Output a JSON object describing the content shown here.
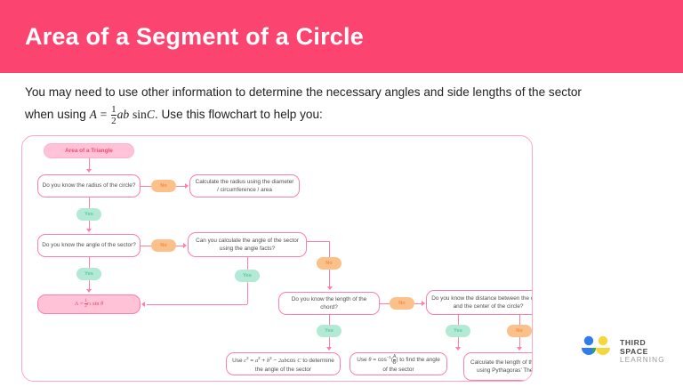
{
  "header": {
    "title": "Area of a Segment of a Circle",
    "bg_color": "#fb4570"
  },
  "intro": {
    "line1": "You may need to use other information to determine the necessary angles and side lengths of the sector",
    "line2_prefix": "when using ",
    "formula_A": "A",
    "formula_eq": "=",
    "formula_num": "1",
    "formula_den": "2",
    "formula_tail": "ab",
    "formula_sin": "sin",
    "formula_C": "C",
    "line2_suffix": ". Use this flowchart to help you:"
  },
  "flowchart": {
    "nodes": {
      "start": "Area of a Triangle",
      "q_radius": "Do you know the radius of the circle?",
      "a_radius": "Calculate the radius using the diameter / circumference / area",
      "q_angle": "Do you know the angle of the sector?",
      "q_anglefacts": "Can you calculate the angle of the sector using the angle facts?",
      "result_area_A": "A",
      "result_area_eq": "=",
      "result_area_num": "1",
      "result_area_den": "2",
      "result_area_r": "r",
      "result_area_sup": "2",
      "result_area_sin": "sin",
      "result_area_theta": "θ",
      "q_chord": "Do you know the length of the chord?",
      "q_distance": "Do you know the distance between the chord and the center of the circle?",
      "a_cosine_pre": "Use",
      "a_cosine_c": "c",
      "a_cosine_sup": "2",
      "a_cosine_eq": "=",
      "a_cosine_a": "a",
      "a_cosine_plus": "+",
      "a_cosine_b": "b",
      "a_cosine_minus": "−",
      "a_cosine_2ab": "2ab",
      "a_cosine_cos": "cos",
      "a_cosine_C": "C",
      "a_cosine_post": "to determine the angle of the sector",
      "a_arccos_pre": "Use",
      "a_arccos_theta": "θ",
      "a_arccos_eq": "=",
      "a_arccos_cos": "cos",
      "a_arccos_sup": "−1",
      "a_arccos_num": "A",
      "a_arccos_den": "B",
      "a_arccos_post": "to find the angle of the sector",
      "a_pythag": "Calculate the length of the chord using Pythagoras’ Theorem"
    },
    "labels": {
      "yes": "Yes",
      "no": "No"
    },
    "colors": {
      "node_border": "#ff7fa8",
      "node_fill": "#ffffff",
      "pink_fill": "#ffc2d6",
      "yes_bg": "#b3ead6",
      "yes_text": "#5ec5a2",
      "no_bg": "#fcc08a",
      "no_text": "#f09048",
      "panel_border": "#ffa6c2"
    }
  },
  "logo": {
    "line1": "THIRD SPACE",
    "line2": "LEARNING",
    "blue": "#2f7ced",
    "yellow": "#f5d73c",
    "green": "#34a853"
  }
}
